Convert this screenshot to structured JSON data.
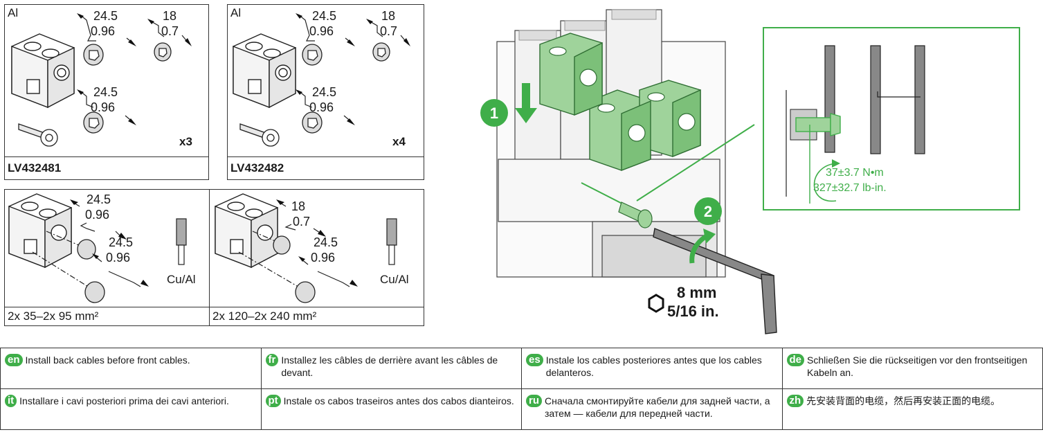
{
  "kits": [
    {
      "material": "Al",
      "dim1_a": "24.5",
      "dim1_b": "0.96",
      "dim2_a": "18",
      "dim2_b": "0.7",
      "dim3_a": "24.5",
      "dim3_b": "0.96",
      "quantity": "x3",
      "reference": "LV432481"
    },
    {
      "material": "Al",
      "dim1_a": "24.5",
      "dim1_b": "0.96",
      "dim2_a": "18",
      "dim2_b": "0.7",
      "dim3_a": "24.5",
      "dim3_b": "0.96",
      "quantity": "x4",
      "reference": "LV432482"
    }
  ],
  "cable_options": [
    {
      "dim1_a": "24.5",
      "dim1_b": "0.96",
      "dim2_a": "24.5",
      "dim2_b": "0.96",
      "conductor": "Cu/Al",
      "range": "2x 35–2x 95 mm²"
    },
    {
      "dim1_a": "18",
      "dim1_b": "0.7",
      "dim2_a": "24.5",
      "dim2_b": "0.96",
      "conductor": "Cu/Al",
      "range": "2x 120–2x 240 mm²"
    }
  ],
  "installation": {
    "step1": "1",
    "step2": "2",
    "torque_nm": "37±3.7 N•m",
    "torque_lbin": "327±32.7 lb-in.",
    "tool_mm": "8 mm",
    "tool_in": "5/16 in."
  },
  "colors": {
    "green": "#3fae49",
    "lightgreen": "#9fd39b"
  },
  "notes": [
    {
      "lang": "en",
      "text": "Install back cables before front cables."
    },
    {
      "lang": "fr",
      "text": "Installez les câbles de derrière avant les câbles de devant."
    },
    {
      "lang": "es",
      "text": "Instale los cables posteriores antes que los cables delanteros."
    },
    {
      "lang": "de",
      "text": "Schließen Sie die rückseitigen vor den frontseitigen Kabeln an."
    },
    {
      "lang": "it",
      "text": "Installare i cavi posteriori prima dei cavi anteriori."
    },
    {
      "lang": "pt",
      "text": "Instale os cabos traseiros antes dos cabos dianteiros."
    },
    {
      "lang": "ru",
      "text": "Сначала смонтируйте кабели для задней части, а затем — кабели для передней части."
    },
    {
      "lang": "zh",
      "text": "先安装背面的电缆，然后再安装正面的电缆。"
    }
  ]
}
